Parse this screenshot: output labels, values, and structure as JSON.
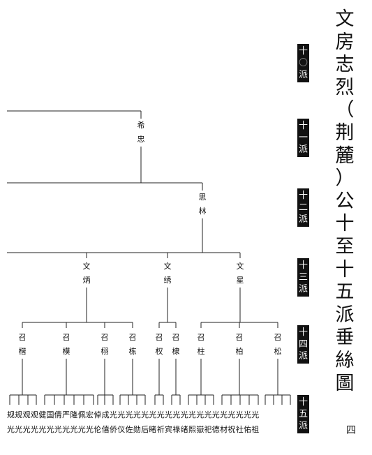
{
  "title": [
    "文",
    "房",
    "志",
    "烈",
    "（",
    "荆",
    "麓",
    "）",
    "公",
    "十",
    "至",
    "十",
    "五",
    "派",
    "垂",
    "絲",
    "圖"
  ],
  "generations": [
    [
      "十",
      "〇",
      "派"
    ],
    [
      "十",
      "一",
      "派"
    ],
    [
      "十",
      "二",
      "派"
    ],
    [
      "十",
      "三",
      "派"
    ],
    [
      "十",
      "四",
      "派"
    ],
    [
      "十",
      "五",
      "派"
    ]
  ],
  "tree": {
    "gen10": {
      "first": "希",
      "second": "忠"
    },
    "gen11": {
      "first": "思",
      "second": "林"
    },
    "gen12": [
      {
        "first": "文",
        "second": "炳"
      },
      {
        "first": "文",
        "second": "绣"
      },
      {
        "first": "文",
        "second": "星"
      }
    ],
    "gen13": [
      {
        "first": "召",
        "second": "楷"
      },
      {
        "first": "召",
        "second": "模"
      },
      {
        "first": "召",
        "second": "栩"
      },
      {
        "first": "召",
        "second": "栋"
      },
      {
        "first": "召",
        "second": "权"
      },
      {
        "first": "召",
        "second": "棣"
      },
      {
        "first": "召",
        "second": "柱"
      },
      {
        "first": "召",
        "second": "柏"
      },
      {
        "first": "召",
        "second": "松"
      }
    ]
  },
  "gen15_row1": "规规观观健国倩严隆佩宏倬成光光光光光光光光光光光光光光光光光光光",
  "gen15_row2": "光光光光光光光光光光光伦僖侨仪佐勋后睹祈宾祿绪熙嶽祀德材祝社佑祖",
  "page_number": "四"
}
